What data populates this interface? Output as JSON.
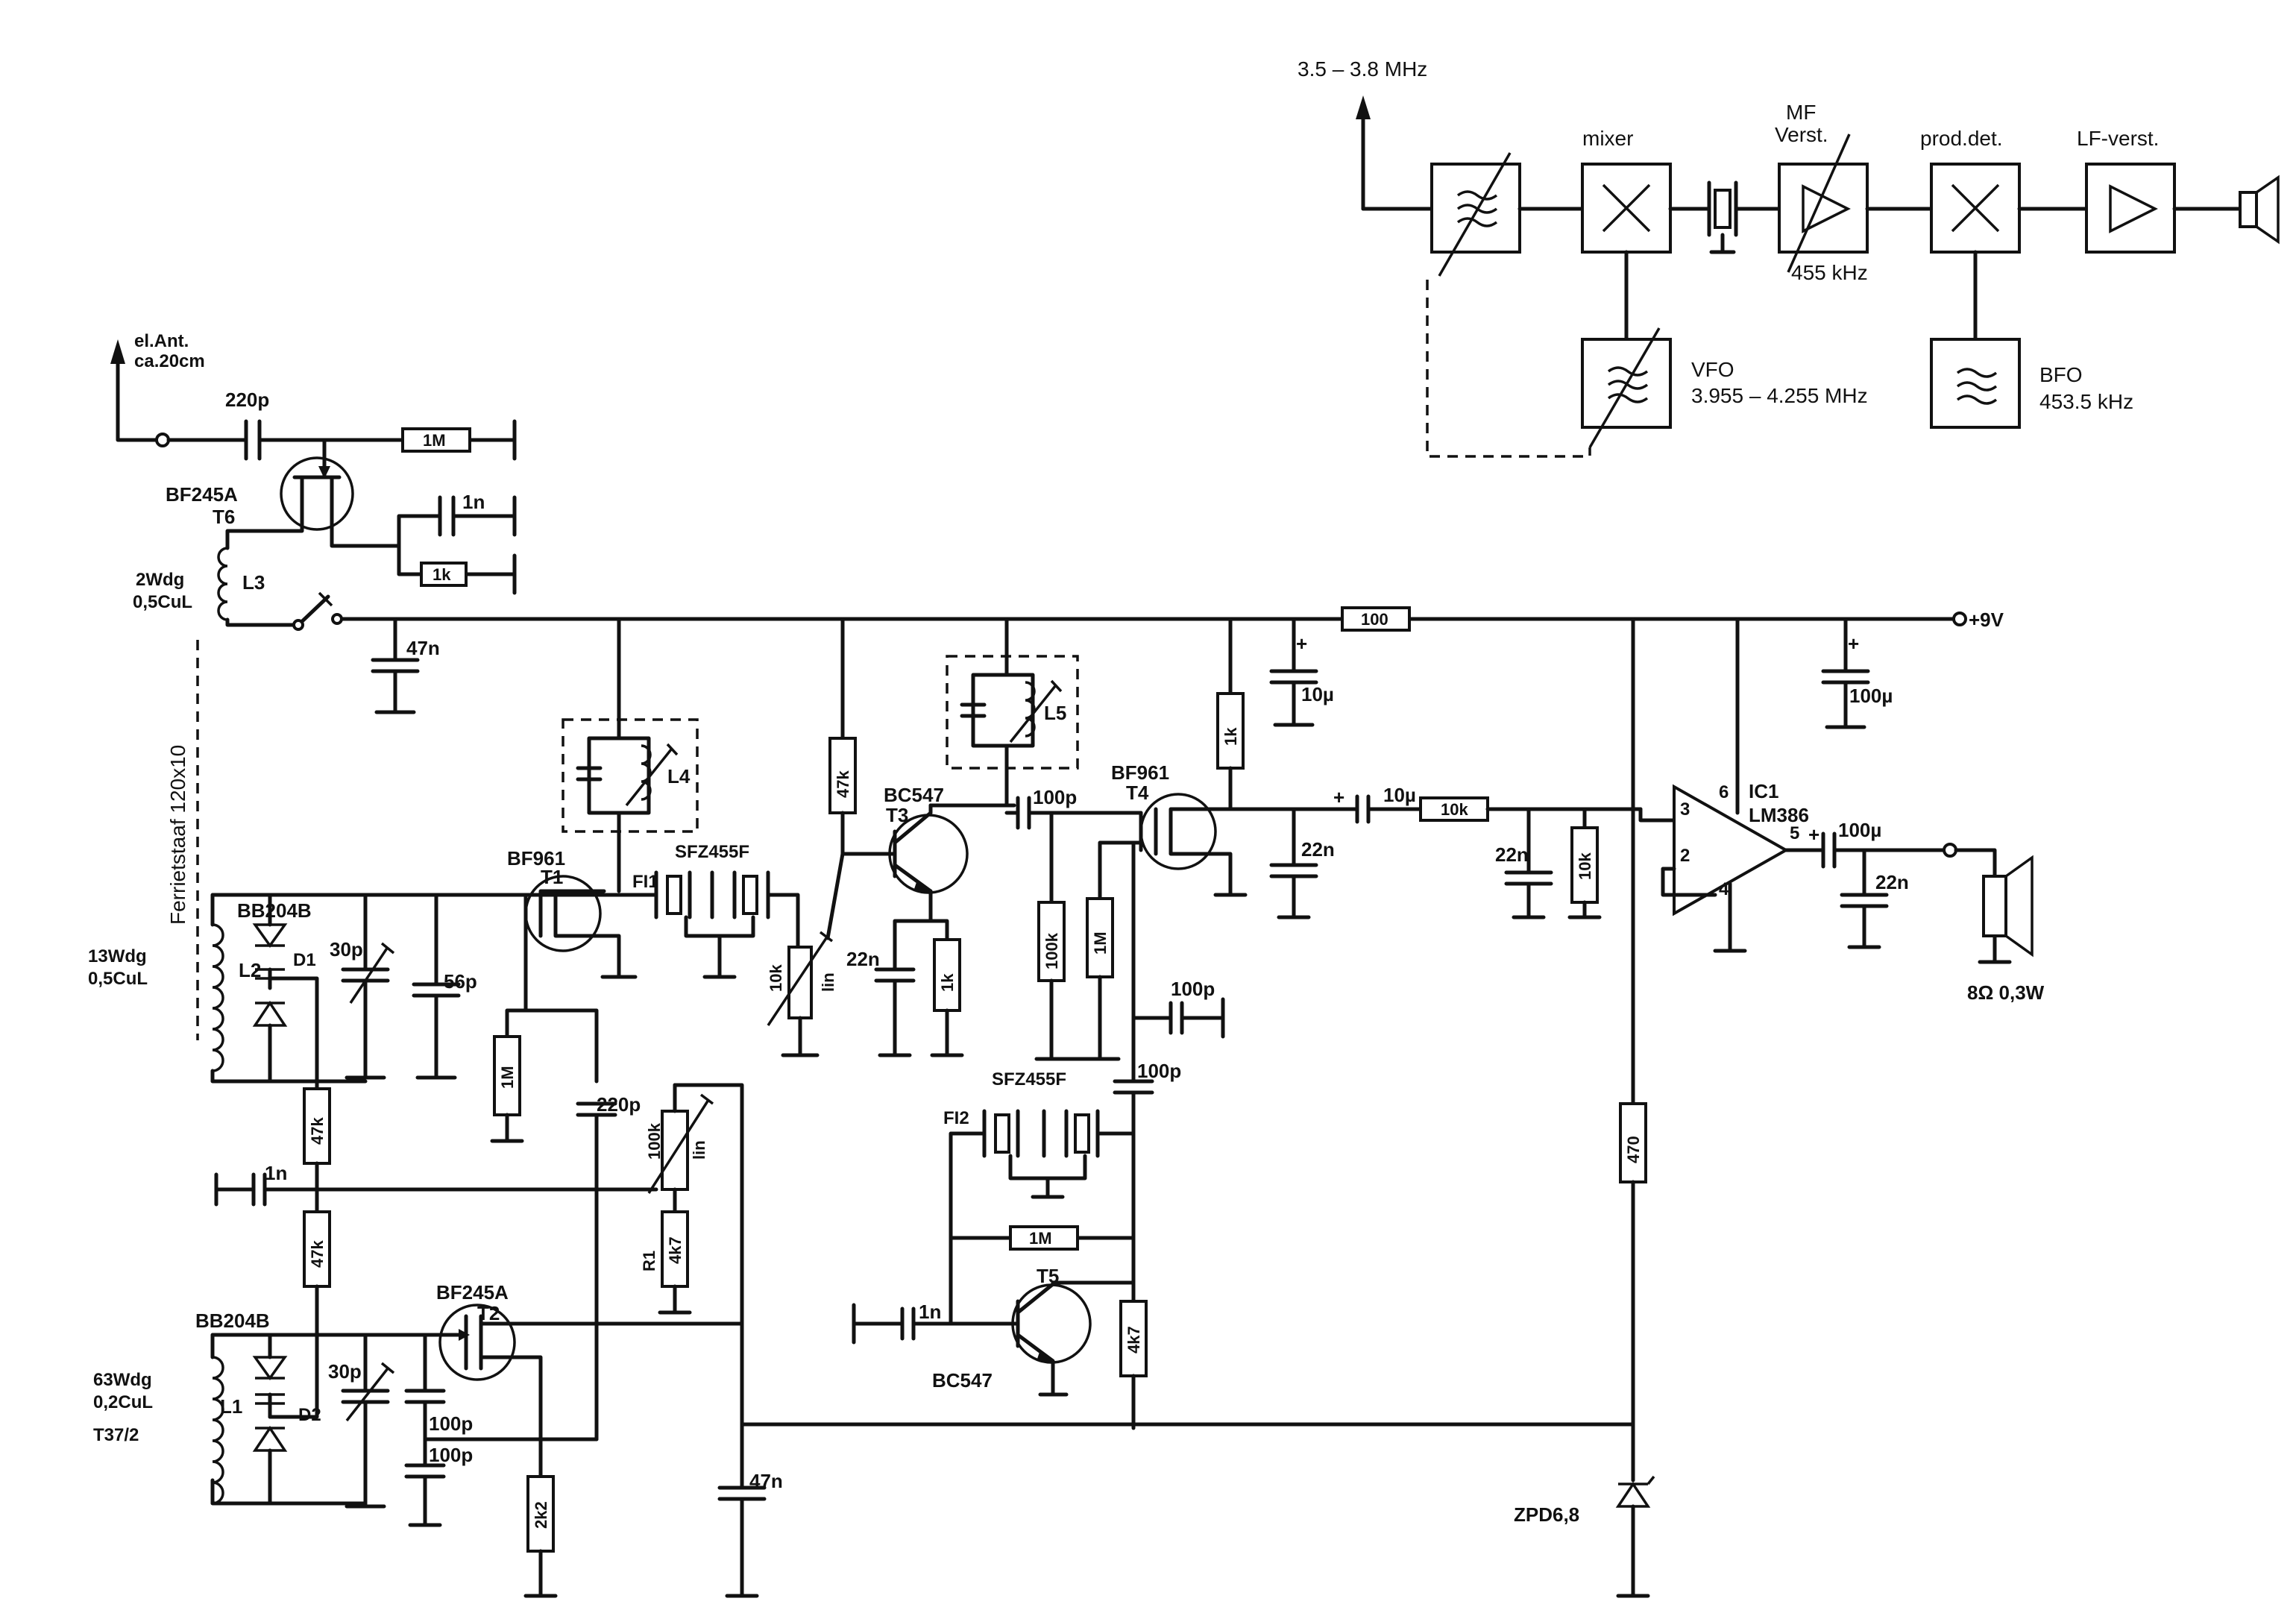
{
  "block_diagram": {
    "input_freq": "3.5 – 3.8 MHz",
    "mixer": "mixer",
    "mf_line1": "MF",
    "mf_line2": "Verst.",
    "mf_freq": "455 kHz",
    "prod_det": "prod.det.",
    "lf_verst": "LF-verst.",
    "vfo_name": "VFO",
    "vfo_freq": "3.955 – 4.255 MHz",
    "bfo_name": "BFO",
    "bfo_freq": "453.5 kHz"
  },
  "schematic": {
    "antenna_line1": "el.Ant.",
    "antenna_line2": "ca.20cm",
    "c_220p_in": "220p",
    "r_1M_top": "1M",
    "t6_type": "BF245A",
    "t6_ref": "T6",
    "c_1n_top": "1n",
    "r_1k_top": "1k",
    "l3_wdg": "2Wdg",
    "l3_wire": "0,5CuL",
    "l3_ref": "L3",
    "c_47n_top": "47n",
    "r_100_rail": "100",
    "supply": "+9V",
    "c_10u_1": "10µ",
    "c_100u_rail": "100µ",
    "ferrite": "Ferrietstaaf 120x10",
    "bb204b_1": "BB204B",
    "l2_wdg": "13Wdg",
    "l2_wire": "0,5CuL",
    "l2_ref": "L2",
    "d1_ref": "D1",
    "c_30p_1": "30p",
    "c_56p": "56p",
    "t1_type": "BF961",
    "t1_ref": "T1",
    "l4_ref": "L4",
    "fi1_ref": "FI1",
    "fi1_type": "SFZ455F",
    "r_47k_t3": "47k",
    "t3_type": "BC547",
    "t3_ref": "T3",
    "l5_ref": "L5",
    "c_100p_t3": "100p",
    "t4_type": "BF961",
    "t4_ref": "T4",
    "r_1k_t4": "1k",
    "c_10u_2": "10µ",
    "r_10k_out": "10k",
    "c_22n_t4": "22n",
    "c_22n_ic": "22n",
    "r_10k_ic": "10k",
    "ic_ref": "IC1",
    "ic_type": "LM386",
    "pin3": "3",
    "pin6": "6",
    "pin2": "2",
    "pin4": "4",
    "pin5": "5",
    "c_100u_out": "100µ",
    "c_22n_out": "22n",
    "speaker": "8Ω 0,3W",
    "pot_10k": "10k",
    "pot_10k_lin": "lin",
    "c_22n_t3": "22n",
    "r_1k_t3": "1k",
    "r_100k": "100k",
    "r_1M_t4": "1M",
    "c_100p_t4": "100p",
    "c_100p_fi2": "100p",
    "fi2_type": "SFZ455F",
    "fi2_ref": "FI2",
    "r_1M_t5": "1M",
    "t5_ref": "T5",
    "c_1n_t5": "1n",
    "t5_type": "BC547",
    "r_4k7_t5": "4k7",
    "r_470": "470",
    "zener": "ZPD6,8",
    "r_1M_t1": "1M",
    "c_220p_t1": "220p",
    "pot_100k": "100k",
    "pot_100k_lin": "lin",
    "r1_ref": "R1",
    "r1_val": "4k7",
    "r_47k_a": "47k",
    "c_1n_mid": "1n",
    "r_47k_b": "47k",
    "bb204b_2": "BB204B",
    "t2_type": "BF245A",
    "t2_ref": "T2",
    "l1_wdg": "63Wdg",
    "l1_wire": "0,2CuL",
    "l1_core": "T37/2",
    "l1_ref": "L1",
    "d2_ref": "D2",
    "c_30p_2": "30p",
    "c_100p_a": "100p",
    "c_100p_b": "100p",
    "r_2k2": "2k2",
    "c_47n_bot": "47n"
  }
}
